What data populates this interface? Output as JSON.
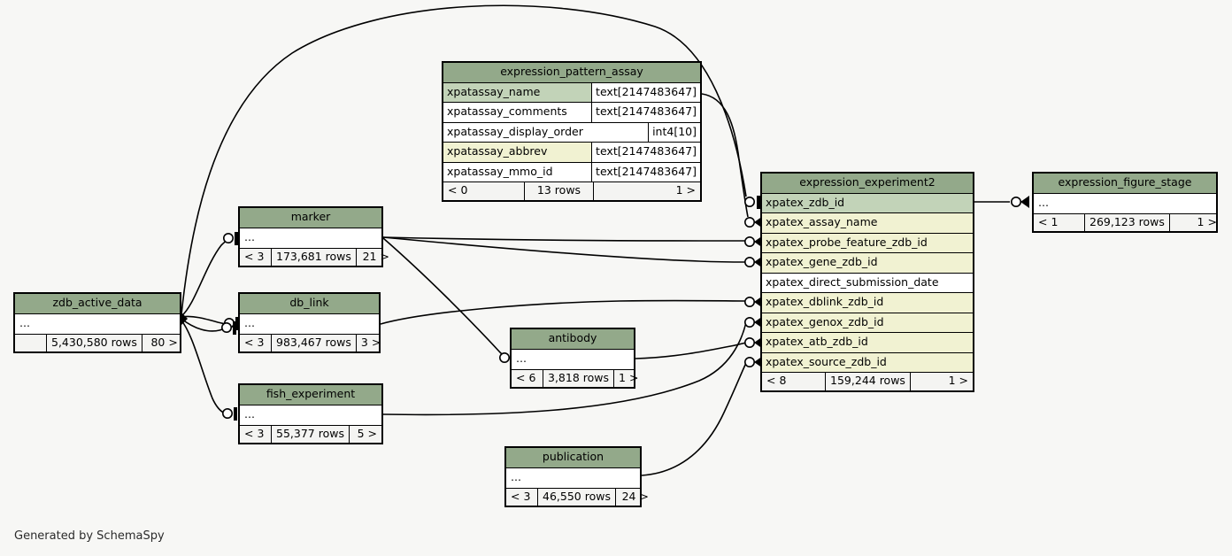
{
  "diagram": {
    "kind": "database-schema-er-diagram",
    "generator_credit": "Generated by SchemaSpy",
    "background_color": "#f7f7f5",
    "header_color": "#93a98a",
    "primary_key_color": "#c2d3b8",
    "foreign_key_color": "#f1f2d2",
    "plain_column_color": "#ffffff",
    "ellipsis": "…"
  },
  "tables": {
    "expression_pattern_assay": {
      "title": "expression_pattern_assay",
      "columns": [
        {
          "name": "xpatassay_name",
          "type": "text[2147483647]",
          "role": "pk"
        },
        {
          "name": "xpatassay_comments",
          "type": "text[2147483647]",
          "role": "plain"
        },
        {
          "name": "xpatassay_display_order",
          "type": "int4[10]",
          "role": "plain"
        },
        {
          "name": "xpatassay_abbrev",
          "type": "text[2147483647]",
          "role": "fk"
        },
        {
          "name": "xpatassay_mmo_id",
          "type": "text[2147483647]",
          "role": "plain"
        }
      ],
      "footer": {
        "left": "< 0",
        "middle": "13 rows",
        "right": "1 >"
      }
    },
    "expression_experiment2": {
      "title": "expression_experiment2",
      "columns": [
        {
          "name": "xpatex_zdb_id",
          "type": "",
          "role": "pk"
        },
        {
          "name": "xpatex_assay_name",
          "type": "",
          "role": "fk"
        },
        {
          "name": "xpatex_probe_feature_zdb_id",
          "type": "",
          "role": "fk"
        },
        {
          "name": "xpatex_gene_zdb_id",
          "type": "",
          "role": "fk"
        },
        {
          "name": "xpatex_direct_submission_date",
          "type": "",
          "role": "plain"
        },
        {
          "name": "xpatex_dblink_zdb_id",
          "type": "",
          "role": "fk"
        },
        {
          "name": "xpatex_genox_zdb_id",
          "type": "",
          "role": "fk"
        },
        {
          "name": "xpatex_atb_zdb_id",
          "type": "",
          "role": "fk"
        },
        {
          "name": "xpatex_source_zdb_id",
          "type": "",
          "role": "fk"
        }
      ],
      "footer": {
        "left": "< 8",
        "middle": "159,244 rows",
        "right": "1 >"
      }
    },
    "expression_figure_stage": {
      "title": "expression_figure_stage",
      "footer": {
        "left": "< 1",
        "middle": "269,123 rows",
        "right": "1 >"
      }
    },
    "zdb_active_data": {
      "title": "zdb_active_data",
      "footer": {
        "left": "",
        "middle": "5,430,580 rows",
        "right": "80 >"
      }
    },
    "marker": {
      "title": "marker",
      "footer": {
        "left": "< 3",
        "middle": "173,681 rows",
        "right": "21 >"
      }
    },
    "db_link": {
      "title": "db_link",
      "footer": {
        "left": "< 3",
        "middle": "983,467 rows",
        "right": "3 >"
      }
    },
    "fish_experiment": {
      "title": "fish_experiment",
      "footer": {
        "left": "< 3",
        "middle": "55,377 rows",
        "right": "5 >"
      }
    },
    "antibody": {
      "title": "antibody",
      "footer": {
        "left": "< 6",
        "middle": "3,818 rows",
        "right": "1 >"
      }
    },
    "publication": {
      "title": "publication",
      "footer": {
        "left": "< 3",
        "middle": "46,550 rows",
        "right": "24 >"
      }
    }
  },
  "relationships": [
    {
      "from": "zdb_active_data",
      "to": "marker"
    },
    {
      "from": "zdb_active_data",
      "to": "db_link"
    },
    {
      "from": "zdb_active_data",
      "to": "db_link"
    },
    {
      "from": "zdb_active_data",
      "to": "fish_experiment"
    },
    {
      "from": "expression_pattern_assay",
      "to": "expression_experiment2.xpatex_assay_name"
    },
    {
      "from": "zdb_active_data",
      "to": "expression_experiment2.xpatex_zdb_id"
    },
    {
      "from": "marker",
      "to": "expression_experiment2.xpatex_probe_feature_zdb_id"
    },
    {
      "from": "marker",
      "to": "expression_experiment2.xpatex_gene_zdb_id"
    },
    {
      "from": "marker",
      "to": "antibody"
    },
    {
      "from": "db_link",
      "to": "expression_experiment2.xpatex_dblink_zdb_id"
    },
    {
      "from": "fish_experiment",
      "to": "expression_experiment2.xpatex_genox_zdb_id"
    },
    {
      "from": "antibody",
      "to": "expression_experiment2.xpatex_atb_zdb_id"
    },
    {
      "from": "publication",
      "to": "expression_experiment2.xpatex_source_zdb_id"
    },
    {
      "from": "expression_experiment2",
      "to": "expression_figure_stage"
    }
  ]
}
